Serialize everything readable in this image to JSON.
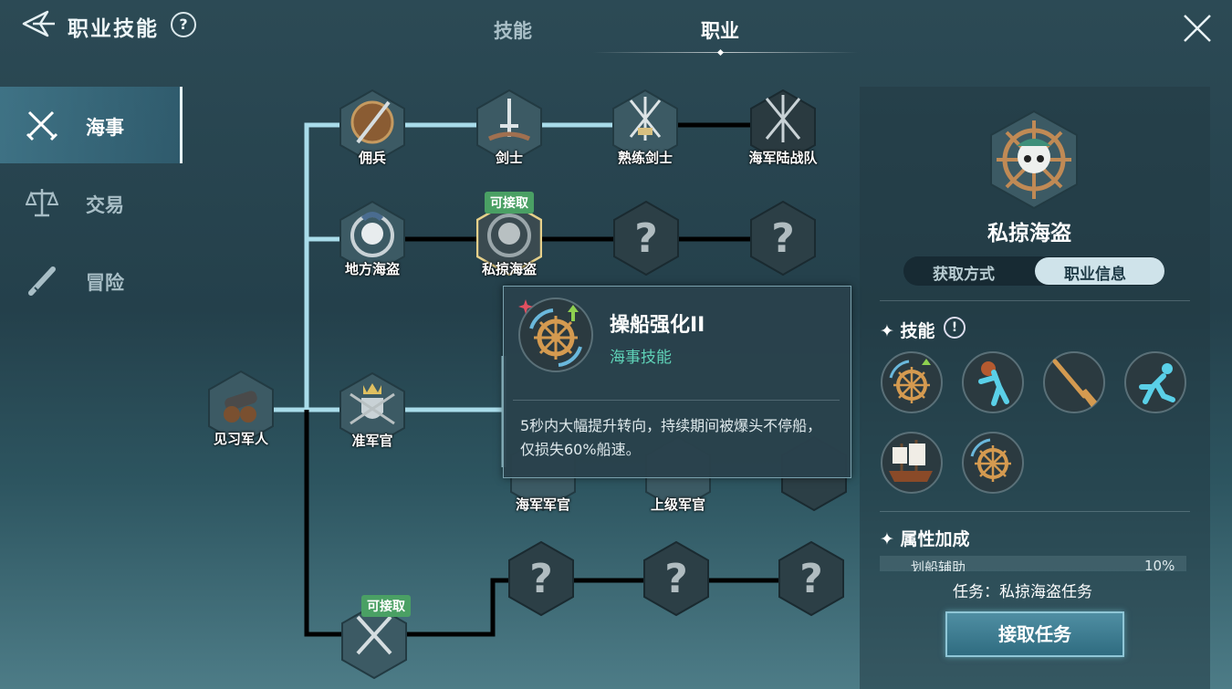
{
  "header": {
    "title": "职业技能",
    "help": "?",
    "tabs": [
      {
        "label": "技能",
        "active": false
      },
      {
        "label": "职业",
        "active": true
      }
    ]
  },
  "sidebar": {
    "items": [
      {
        "label": "海事",
        "icon": "crossed-swords-icon",
        "active": true
      },
      {
        "label": "交易",
        "icon": "scales-icon",
        "active": false
      },
      {
        "label": "冒险",
        "icon": "spyglass-icon",
        "active": false
      }
    ]
  },
  "tree": {
    "nodes": [
      {
        "id": "trainee",
        "name": "见习军人"
      },
      {
        "id": "mercenary",
        "name": "佣兵"
      },
      {
        "id": "swordsman",
        "name": "剑士"
      },
      {
        "id": "skilled-swordsman",
        "name": "熟练剑士"
      },
      {
        "id": "marines",
        "name": "海军陆战队"
      },
      {
        "id": "local-pirate",
        "name": "地方海盗"
      },
      {
        "id": "privateer",
        "name": "私掠海盗",
        "badge": "可接取"
      },
      {
        "id": "locked-1",
        "name": "?"
      },
      {
        "id": "locked-2",
        "name": "?"
      },
      {
        "id": "warrant-officer",
        "name": "准军官"
      },
      {
        "id": "navy-officer",
        "name": "海军军官"
      },
      {
        "id": "senior-officer",
        "name": "上级军官"
      },
      {
        "id": "bottom-node",
        "name": "",
        "badge": "可接取"
      },
      {
        "id": "locked-3",
        "name": "?"
      },
      {
        "id": "locked-4",
        "name": "?"
      },
      {
        "id": "locked-5",
        "name": "?"
      }
    ]
  },
  "tooltip": {
    "name": "操船强化II",
    "type": "海事技能",
    "description": "5秒内大幅提升转向，持续期间被爆头不停船，仅损失60%船速。"
  },
  "panel": {
    "class_name": "私掠海盗",
    "toggle": {
      "left": "获取方式",
      "right": "职业信息",
      "active": "right"
    },
    "skills_heading": "技能",
    "skills_info": "!",
    "skills": [
      "ship-wheel-boost-icon",
      "sailor-attack-icon",
      "oar-icon",
      "sprint-icon",
      "ship-battle-icon",
      "ship-wheel-icon"
    ],
    "attr_heading": "属性加成",
    "attr_row": {
      "label": "划船辅助",
      "value": "10%"
    },
    "task": "任务：私掠海盗任务",
    "accept_button": "接取任务"
  },
  "colors": {
    "accent": "#5fd3b8",
    "badge": "#4aa064",
    "active_line": "#a9dcea",
    "locked_line": "#000000"
  }
}
